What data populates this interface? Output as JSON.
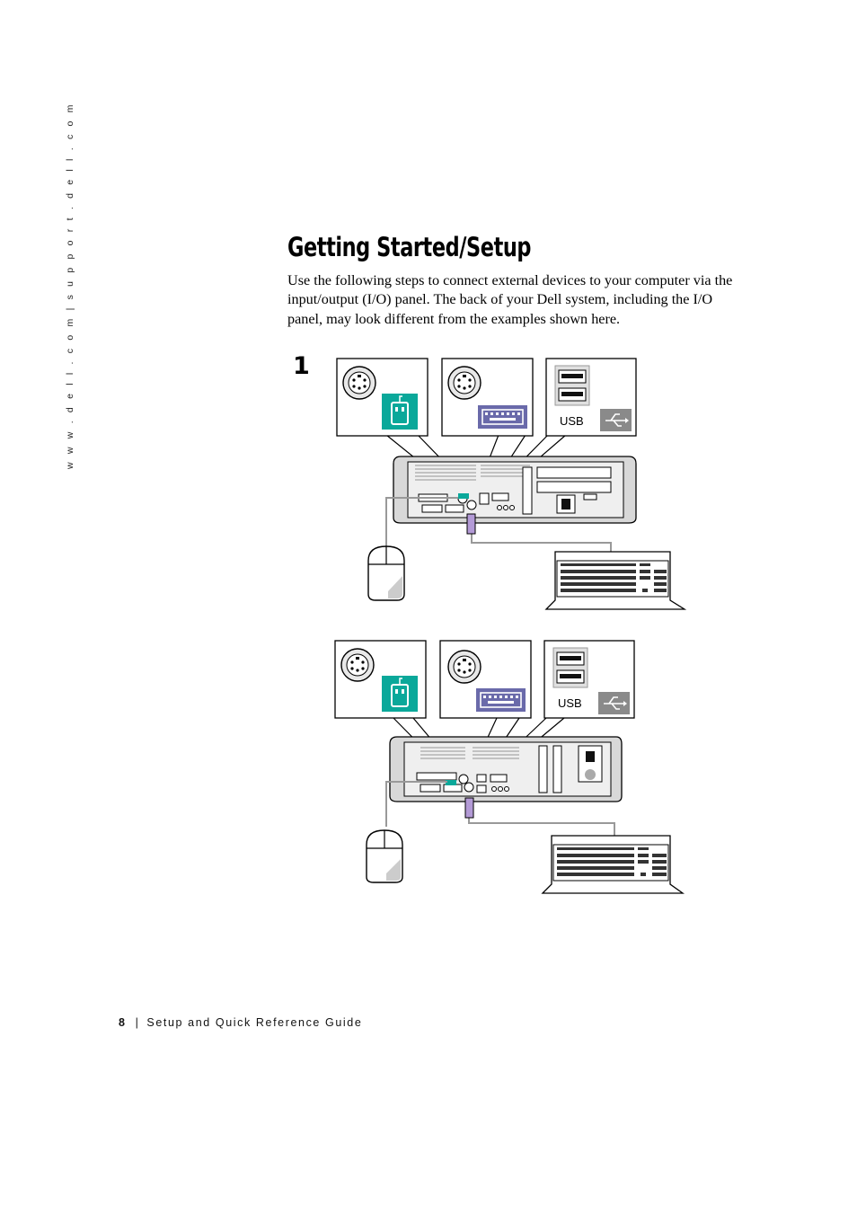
{
  "side_url": "w w w . d e l l . c o m  |  s u p p o r t . d e l l . c o m",
  "title": "Getting Started/Setup",
  "intro": "Use the following steps to connect external devices to your computer via the input/output (I/O) panel. The back of your Dell system, including the I/O panel, may look different from the examples shown here.",
  "step_number": "1",
  "figures": [
    {
      "usb_label": "USB"
    },
    {
      "usb_label": "USB"
    }
  ],
  "footer": {
    "page_number": "8",
    "separator": "|",
    "guide_title": "Setup and Quick Reference Guide"
  },
  "colors": {
    "mouse_port": "#0aa89a",
    "keyboard_port": "#6a6aaa",
    "usb_symbol_bg": "#8a8a8a"
  }
}
